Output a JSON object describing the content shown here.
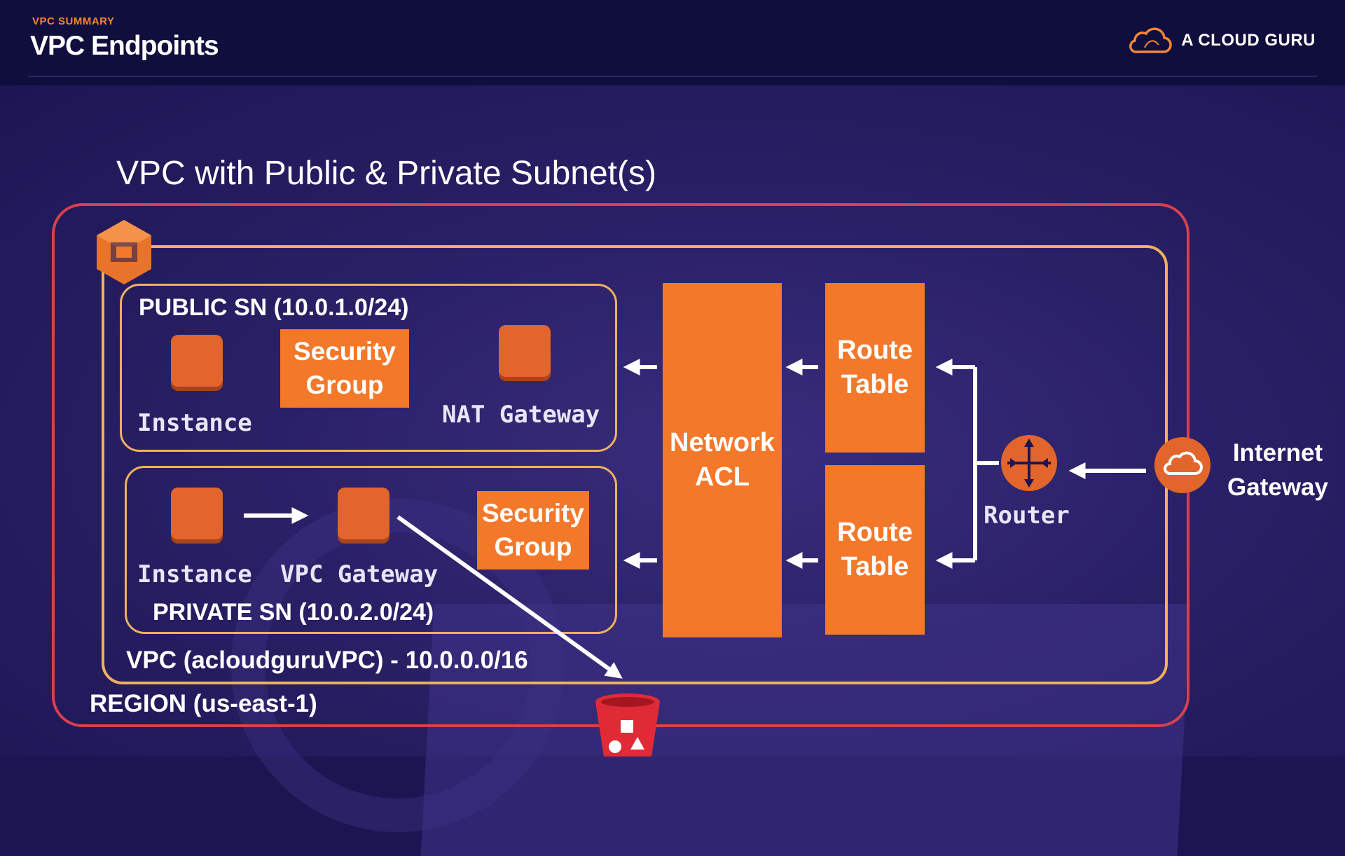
{
  "header": {
    "kicker": "VPC SUMMARY",
    "title": "VPC Endpoints",
    "brand": "A CLOUD GURU",
    "brand_icon": "cloud-logo-icon"
  },
  "diagram": {
    "heading": "VPC with Public & Private Subnet(s)",
    "region_label": "REGION (us-east-1)",
    "vpc_label": "VPC (acloudguruVPC) - 10.0.0.0/16",
    "public_subnet": {
      "label": "PUBLIC SN (10.0.1.0/24)",
      "instance_label": "Instance",
      "security_group": "Security Group",
      "nat_label": "NAT Gateway"
    },
    "private_subnet": {
      "label": "PRIVATE SN (10.0.2.0/24)",
      "instance_label": "Instance",
      "vpc_gateway_label": "VPC Gateway",
      "security_group": "Security Group"
    },
    "network_acl": "Network ACL",
    "route_table_top": "Route Table",
    "route_table_bottom": "Route Table",
    "router_label": "Router",
    "internet_gateway_label": "Internet Gateway"
  },
  "colors": {
    "accent_orange": "#f3782a",
    "region_border": "#d8404e",
    "vpc_border": "#f0b15e",
    "s3_red": "#e02b37"
  }
}
